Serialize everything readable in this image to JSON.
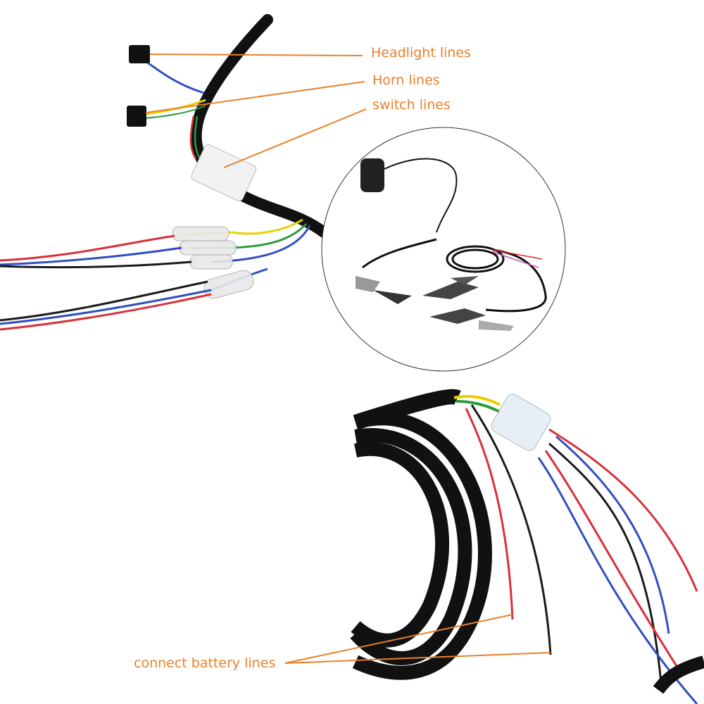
{
  "labels": {
    "headlight": "Headlight lines",
    "horn": "Horn lines",
    "switch": "switch lines",
    "battery": "connect battery lines"
  },
  "colors": {
    "label": "#e8802a",
    "cable_black": "#111111",
    "wire_red": "#d8303a",
    "wire_blue": "#2f4fc0",
    "wire_yellow": "#e8d000",
    "wire_green": "#2c9a3c",
    "wire_black": "#1a1a1a"
  }
}
